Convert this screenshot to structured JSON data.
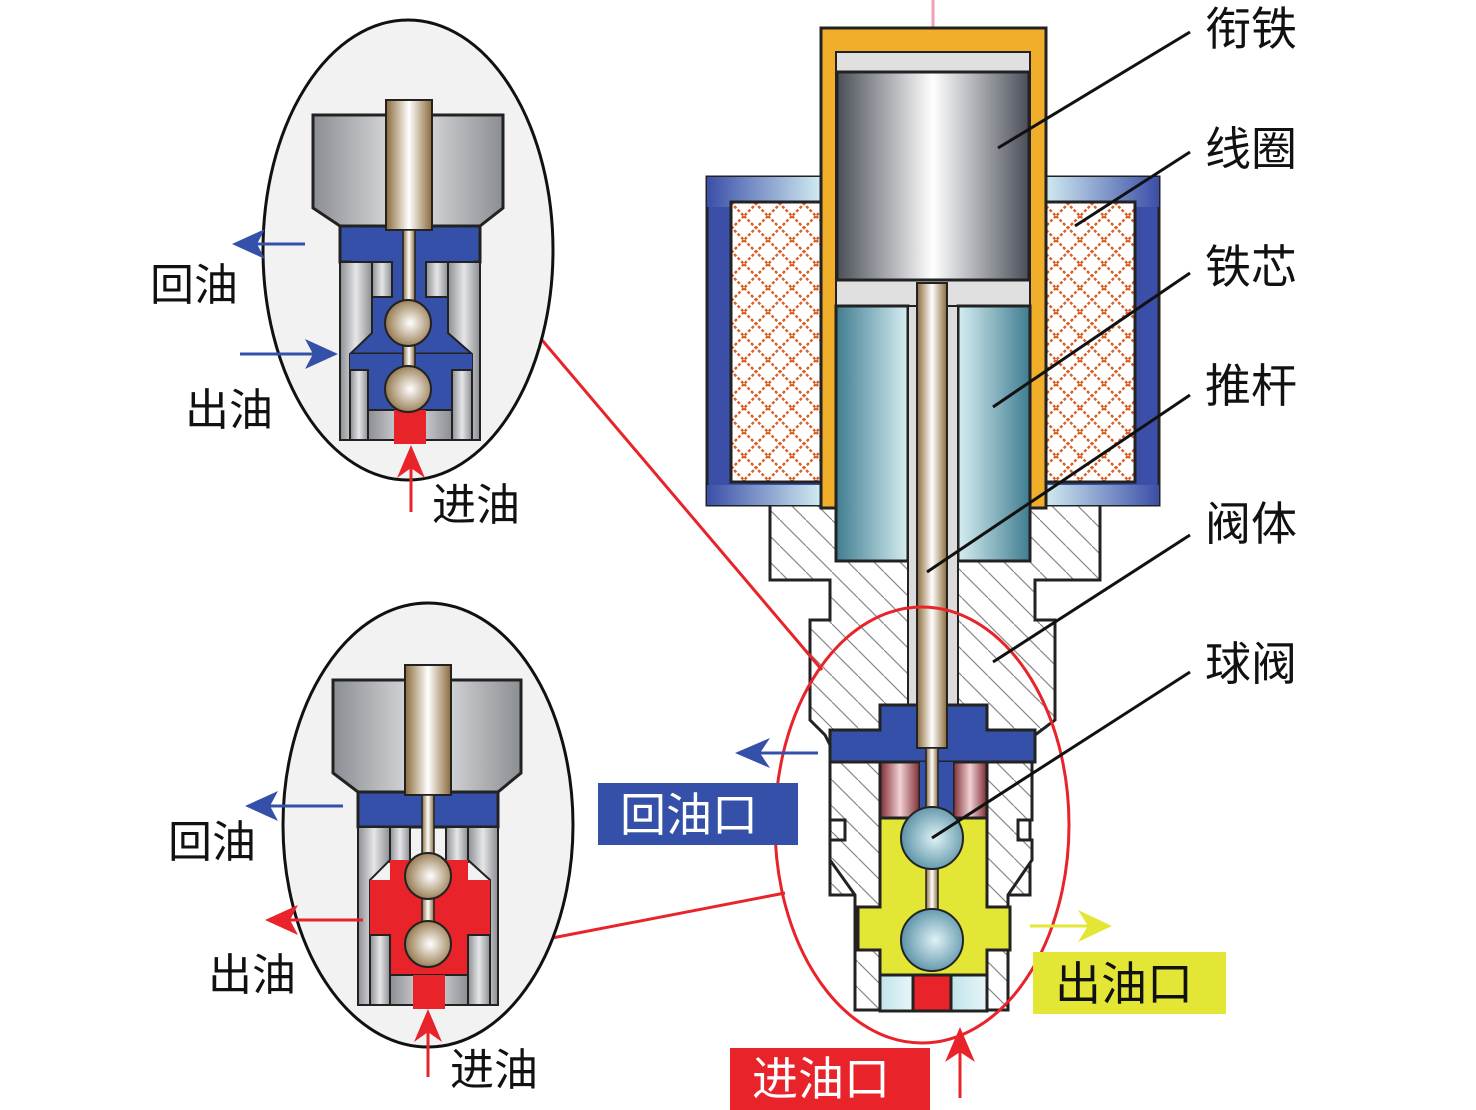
{
  "diagram": {
    "title": "电磁球阀结构原理图",
    "callouts": [
      {
        "id": "armature",
        "label": "衔铁"
      },
      {
        "id": "coil",
        "label": "线圈"
      },
      {
        "id": "iron-core",
        "label": "铁芯"
      },
      {
        "id": "push-rod",
        "label": "推杆"
      },
      {
        "id": "valve-body",
        "label": "阀体"
      },
      {
        "id": "ball-valve",
        "label": "球阀"
      }
    ],
    "ports": {
      "return": {
        "label": "回油口",
        "color": "#3550A8"
      },
      "outlet": {
        "label": "出油口",
        "color": "#E4E636"
      },
      "inlet": {
        "label": "进油口",
        "color": "#E8232A"
      }
    },
    "detail_top": {
      "state": "de-energized",
      "return_label": "回油",
      "outlet_label": "出油",
      "inlet_label": "进油",
      "fluid_color": "#3550A8"
    },
    "detail_bottom": {
      "state": "energized",
      "return_label": "回油",
      "outlet_label": "出油",
      "inlet_label": "进油",
      "fluid_color": "#E8232A"
    },
    "colors": {
      "coil_housing": "#3B4FA8",
      "sleeve": "#F0AE2A",
      "coil_hatch": "#D8632A",
      "highlight_ring": "#E8232A",
      "leader": "#111111"
    }
  }
}
